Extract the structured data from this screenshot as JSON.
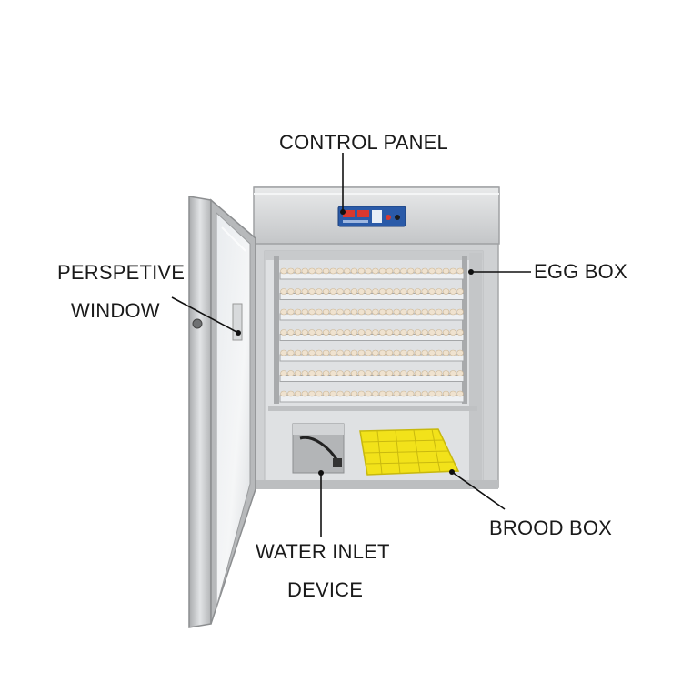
{
  "labels": {
    "control_panel": "CONTROL PANEL",
    "perspective_line1": "PERSPETIVE",
    "perspective_line2": "WINDOW",
    "egg_box": "EGG BOX",
    "brood_box": "BROOD BOX",
    "water_line1": "WATER INLET",
    "water_line2": "DEVICE"
  },
  "colors": {
    "stainless": "#c9cbcd",
    "frame": "#b8babc",
    "interior": "#e4e6e8",
    "brood_tray": "#f2e21a",
    "egg": "#efe2cf",
    "display_blue": "#2a5aa8",
    "leader_line": "#111111"
  },
  "shelves": {
    "count": 7,
    "eggs_per_row": 26
  }
}
